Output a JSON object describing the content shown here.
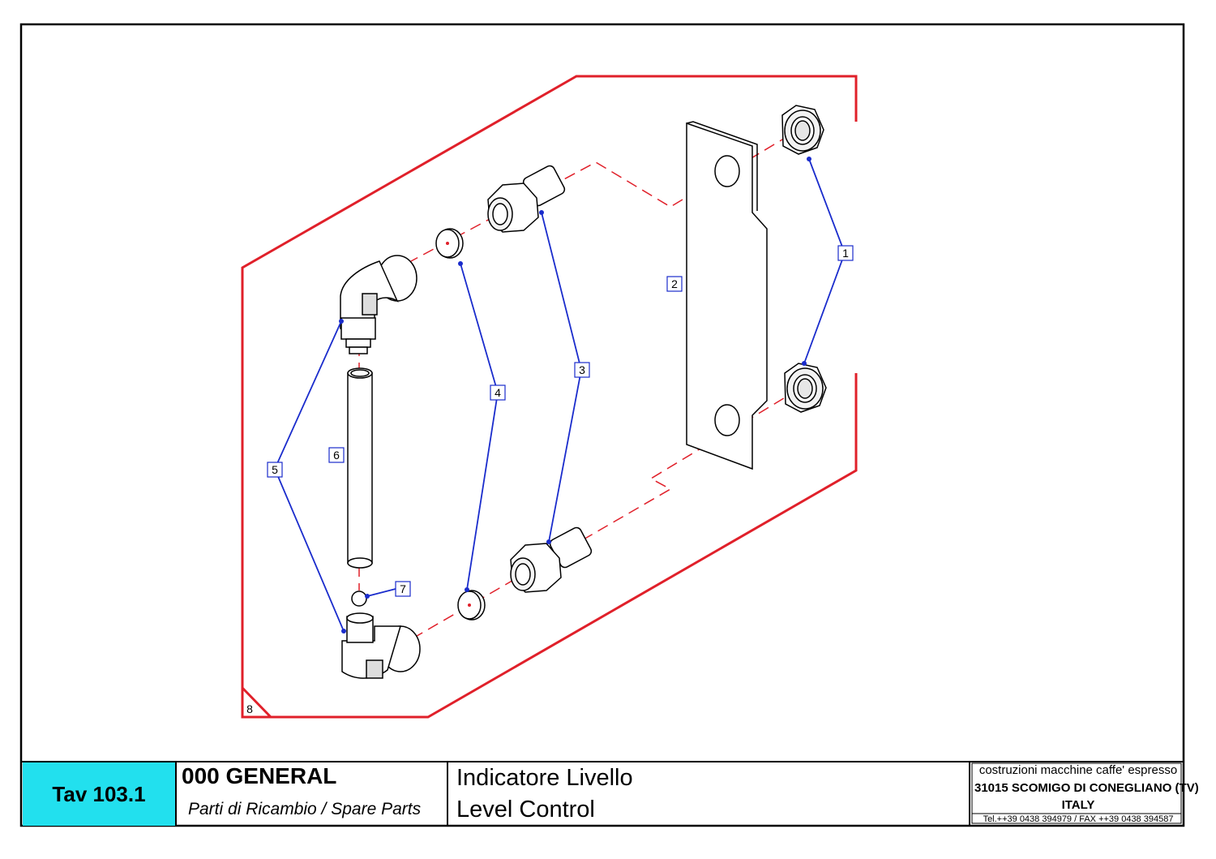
{
  "title_block": {
    "table_number": "Tav 103.1",
    "model": "000 GENERAL",
    "subtitle": "Parti di Ricambio / Spare Parts",
    "description_it": "Indicatore Livello",
    "description_en": "Level Control",
    "manufacturer": {
      "line1": "costruzioni macchine caffe' espresso",
      "line2": "31015 SCOMIGO DI CONEGLIANO (TV)",
      "line3": "ITALY",
      "contact": "Tel.++39 0438 394979 / FAX ++39 0438 394587"
    }
  },
  "callouts": [
    {
      "id": "callout-1",
      "label": "1"
    },
    {
      "id": "callout-2",
      "label": "2"
    },
    {
      "id": "callout-3",
      "label": "3"
    },
    {
      "id": "callout-4",
      "label": "4"
    },
    {
      "id": "callout-5",
      "label": "5"
    },
    {
      "id": "callout-6",
      "label": "6"
    },
    {
      "id": "callout-7",
      "label": "7"
    },
    {
      "id": "callout-8",
      "label": "8"
    }
  ],
  "colors": {
    "assembly_outline": "#e0202a",
    "leader_lines": "#1a2ccc",
    "centerline": "#e0202a",
    "title_highlight": "#22e0ee"
  }
}
